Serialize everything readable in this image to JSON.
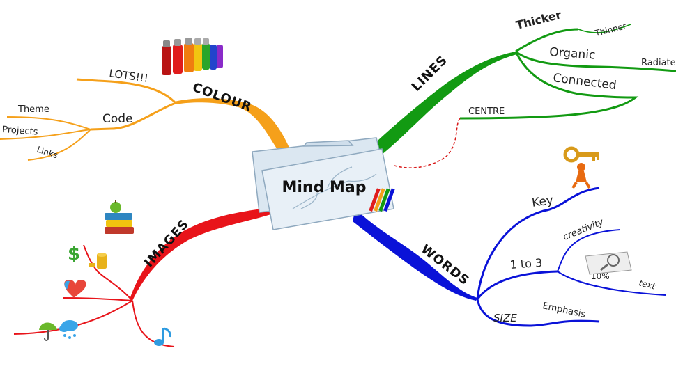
{
  "central": {
    "title": "Mind Map"
  },
  "colors": {
    "colour": "#f5a01a",
    "lines": "#129a12",
    "words": "#0a12d8",
    "images": "#e8141a",
    "dashed": "#d81818"
  },
  "branches": {
    "colour": {
      "label": "COLOUR",
      "children": [
        "LOTS!!!",
        "Code"
      ],
      "code_children": [
        "Theme",
        "Projects",
        "Links"
      ]
    },
    "lines": {
      "label": "LINES",
      "children": [
        "Thicker",
        "Organic",
        "Connected",
        "CENTRE"
      ],
      "thicker_children": [
        "Thinner"
      ],
      "organic_children": [
        "Radiate"
      ]
    },
    "words": {
      "label": "WORDS",
      "children": [
        "Key",
        "1 to 3",
        "SIZE"
      ],
      "one_to_three_children": [
        "creativity",
        "10%",
        "text"
      ],
      "size_children": [
        "Emphasis"
      ]
    },
    "images": {
      "label": "IMAGES"
    }
  },
  "icons": [
    "spray-cans-icon",
    "key-figure-icon",
    "books-apple-icon",
    "dollar-coins-icon",
    "heart-icon",
    "umbrella-cloud-icon",
    "music-note-icon",
    "magnifier-map-icon"
  ]
}
